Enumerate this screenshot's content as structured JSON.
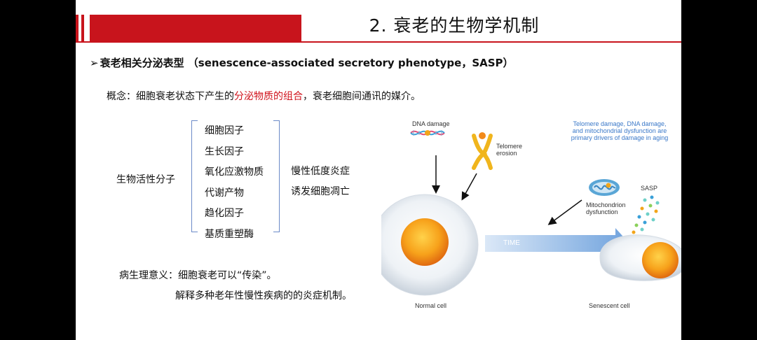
{
  "slide": {
    "title": "2. 衰老的生物学机制",
    "heading_arrow": "➢",
    "heading": "衰老相关分泌表型 （senescence-associated secretory phenotype，SASP）",
    "concept_prefix": "概念：细胞衰老状态下产生的",
    "concept_highlight": "分泌物质的组合",
    "concept_suffix": "，衰老细胞间通讯的媒介。",
    "group_label": "生物活性分子",
    "items": [
      "细胞因子",
      "生长因子",
      "氧化应激物质",
      "代谢产物",
      "趋化因子",
      "基质重塑酶"
    ],
    "effects": [
      "慢性低度炎症",
      "诱发细胞凋亡"
    ],
    "significance_1": "病生理意义：细胞衰老可以“传染”。",
    "significance_2": "解释多种老年性慢性疾病的的炎症机制。"
  },
  "figure": {
    "dna_damage": "DNA damage",
    "telomere_1": "Telomere",
    "telomere_2": "erosion",
    "mito_1": "Mitochondrion",
    "mito_2": "dysfunction",
    "note_1": "Telomere damage, DNA damage,",
    "note_2": "and mitochondrial dysfunction are",
    "note_3": "primary drivers of damage in aging",
    "sasp": "SASP",
    "time": "TIME",
    "normal_cell": "Normal cell",
    "senescent_cell": "Senescent cell"
  },
  "colors": {
    "accent_red": "#c8141c",
    "highlight_red": "#d0121b",
    "brace_blue": "#6b8ac8",
    "note_blue": "#3a78c8"
  }
}
